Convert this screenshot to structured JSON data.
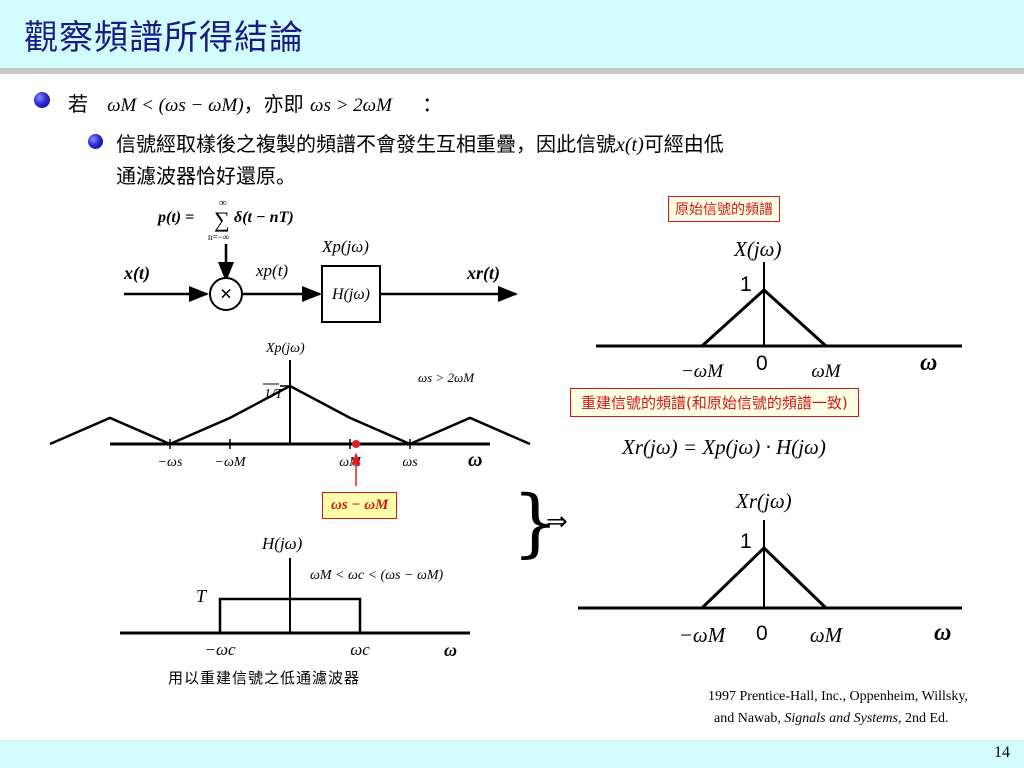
{
  "slide": {
    "title": "觀察頻譜所得結論",
    "page_number": "14",
    "bullet1": {
      "prefix": "若",
      "condition": "ωM < (ωs − ωM)",
      "middle": "，亦即",
      "equivalent": "ωs > 2ωM",
      "suffix": "："
    },
    "bullet2": {
      "line1": "信號經取樣後之複製的頻譜不會發生互相重疊，因此信號",
      "signal": "x(t)",
      "line1_end": "可經由低",
      "line2": "通濾波器恰好還原。"
    },
    "citation": {
      "line1": "1997 Prentice-Hall, Inc., Oppenheim,  Willsky,",
      "line2_prefix": "and  Nawab, ",
      "line2_title": "Signals and Systems",
      "line2_suffix": ", 2nd  Ed."
    }
  },
  "block_diagram": {
    "impulse_train": "p(t) =",
    "sum_upper": "∞",
    "sum_symbol": "∑",
    "sum_lower": "n=−∞",
    "impulse_expr": "δ(t − nT)",
    "multiplier": "×",
    "input": "x(t)",
    "sampled": "xp(t)",
    "sampled_spectrum": "Xp(jω)",
    "filter": "H(jω)",
    "output": "xr(t)"
  },
  "labels": {
    "caption": "用以重建信號之低通濾波器",
    "original_spectrum_box": "原始信號的頻譜",
    "reconstructed_box": "重建信號的頻譜(和原始信號的頻譜一致)",
    "gap_box": "ωs − ωM",
    "equation": "Xr(jω) = Xp(jω) · H(jω)",
    "brace": "}",
    "implies": "⇒",
    "filter_condition": "ωM < ωc < (ωs − ωM)",
    "sampling_condition": "ωs > 2ωM"
  },
  "chart_data": [
    {
      "type": "line",
      "name": "sampled-spectrum",
      "title": "Xp(jω)",
      "xlabel": "ω",
      "peak_label": "1/T",
      "note": "ωs > 2ωM",
      "tick_labels": [
        "−ωs",
        "−ωM",
        "ωM",
        "ωs"
      ],
      "x": [
        -2.0,
        -1.5,
        -1.0,
        -0.5,
        0.0,
        0.5,
        1.0,
        1.5,
        2.0
      ],
      "y": [
        0,
        0.45,
        0,
        0.45,
        1,
        0.45,
        0,
        0.45,
        0
      ],
      "colors": {
        "curve": "#000000",
        "marker": "#e02020"
      }
    },
    {
      "type": "line",
      "name": "lowpass-filter",
      "title": "H(jω)",
      "xlabel": "ω",
      "level_label": "T",
      "tick_labels": [
        "−ωc",
        "ωc"
      ],
      "x": [
        -1,
        -1,
        1,
        1
      ],
      "y": [
        0,
        1,
        1,
        0
      ]
    },
    {
      "type": "line",
      "name": "original-spectrum",
      "title": "X(jω)",
      "xlabel": "ω",
      "peak_label": "1",
      "origin_label": "0",
      "tick_labels": [
        "−ωM",
        "ωM"
      ],
      "x": [
        -1,
        0,
        1
      ],
      "y": [
        0,
        1,
        0
      ]
    },
    {
      "type": "line",
      "name": "reconstructed-spectrum",
      "title": "Xr(jω)",
      "xlabel": "ω",
      "peak_label": "1",
      "origin_label": "0",
      "tick_labels": [
        "−ωM",
        "ωM"
      ],
      "x": [
        -1,
        0,
        1
      ],
      "y": [
        0,
        1,
        0
      ]
    }
  ]
}
